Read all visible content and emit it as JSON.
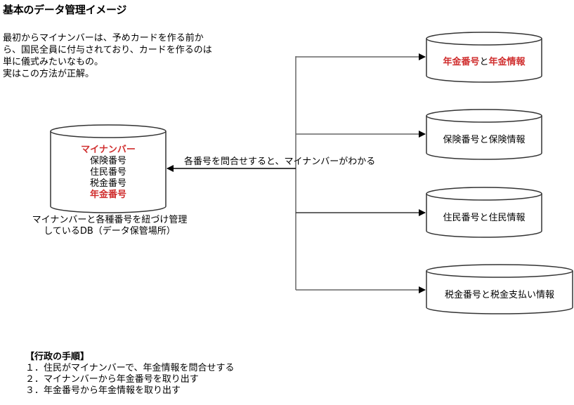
{
  "title": "基本のデータ管理イメージ",
  "intro_lines": [
    "最初からマイナンバーは、予めカードを作る前か",
    "ら、国民全員に付与されており、カードを作るのは",
    "単に儀式みたいなもの。",
    "実はこの方法が正解。"
  ],
  "central_db": {
    "lines": [
      {
        "text": "マイナンバー",
        "highlight": true
      },
      {
        "text": "保険番号",
        "highlight": false
      },
      {
        "text": "住民番号",
        "highlight": false
      },
      {
        "text": "税金番号",
        "highlight": false
      },
      {
        "text": "年金番号",
        "highlight": true
      }
    ],
    "caption_lines": [
      "マイナンバーと各種番号を紐づけ管理",
      "しているDB（データ保管場所）"
    ]
  },
  "query_label": "各番号を問合せすると、マイナンバーがわかる",
  "target_dbs": [
    {
      "parts": [
        {
          "text": "年金番号",
          "highlight": true
        },
        {
          "text": "と",
          "highlight": false
        },
        {
          "text": "年金情報",
          "highlight": true
        }
      ]
    },
    {
      "parts": [
        {
          "text": "保険番号と保険情報",
          "highlight": false
        }
      ]
    },
    {
      "parts": [
        {
          "text": "住民番号と住民情報",
          "highlight": false
        }
      ]
    },
    {
      "parts": [
        {
          "text": "税金番号と税金支払い情報",
          "highlight": false
        }
      ]
    }
  ],
  "procedure": {
    "heading": "【行政の手順】",
    "steps": [
      "１．住民がマイナンバーで、年金情報を問合せする",
      "２．マイナンバーから年金番号を取り出す",
      "３．年金番号から年金情報を取り出す"
    ]
  },
  "colors": {
    "highlight": "#d02f2f",
    "line": "#333333",
    "connector": "#666666"
  }
}
